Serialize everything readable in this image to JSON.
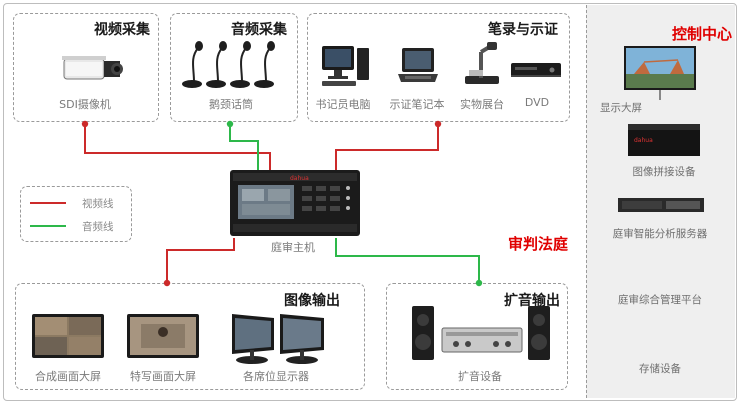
{
  "groups": {
    "video_capture": "视频采集",
    "audio_capture": "音频采集",
    "notes_display": "笔录与示证",
    "image_output": "图像输出",
    "audio_output": "扩音输出",
    "courtroom": "审判法庭",
    "control_center": "控制中心"
  },
  "devices": {
    "sdi_camera": "SDI摄像机",
    "gooseneck_mic": "鹅颈话筒",
    "clerk_pc": "书记员电脑",
    "evidence_laptop": "示证笔记本",
    "visualizer": "实物展台",
    "dvd": "DVD",
    "court_host": "庭审主机",
    "composite_screen": "合成画面大屏",
    "closeup_screen": "特写画面大屏",
    "seat_monitors": "各席位显示器",
    "amplifier": "扩音设备"
  },
  "legend": {
    "video_line": "视频线",
    "audio_line": "音频线"
  },
  "control_center": {
    "display_wall": "显示大屏",
    "splicing_device": "图像拼接设备",
    "analysis_server": "庭审智能分析服务器",
    "management_platform": "庭审综合管理平台",
    "storage": "存储设备"
  },
  "colors": {
    "video_line": "#cc2a2a",
    "audio_line": "#2db84a",
    "accent_red": "#e00000"
  }
}
